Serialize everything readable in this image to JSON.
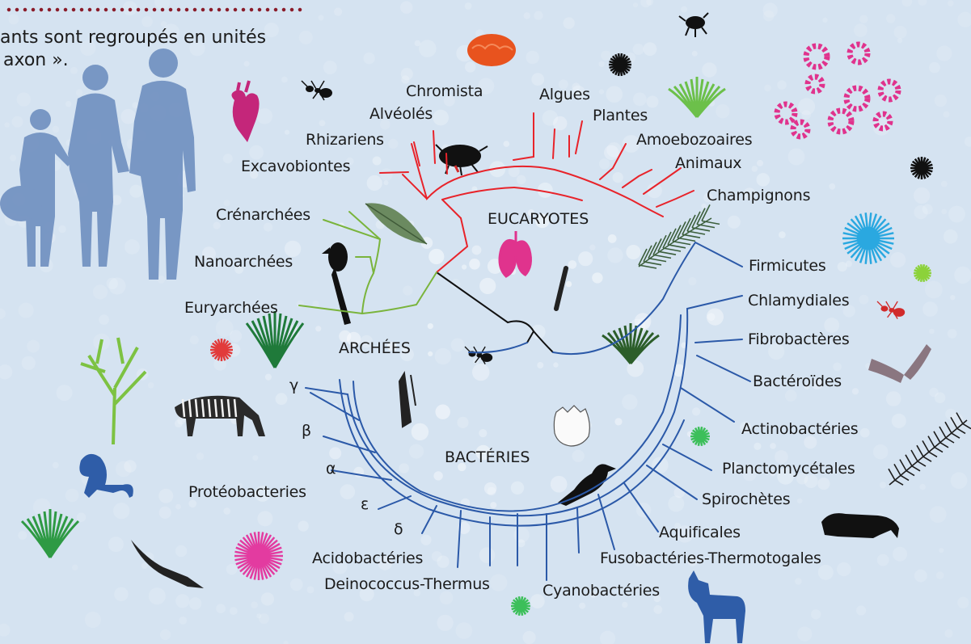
{
  "intro": {
    "line1": "ants sont regroupés en unités",
    "line2": "axon »."
  },
  "groups": {
    "eucaryotes": "EUCARYOTES",
    "archees": "ARCHÉES",
    "bacteries": "BACTÉRIES"
  },
  "eucaryotes_taxa": [
    "Chromista",
    "Alvéolés",
    "Rhizariens",
    "Excavobiontes",
    "Algues",
    "Plantes",
    "Amoebozoaires",
    "Animaux",
    "Champignons"
  ],
  "archees_taxa": [
    "Crénarchées",
    "Nanoarchées",
    "Euryarchées"
  ],
  "bacteries_taxa": [
    "Firmicutes",
    "Chlamydiales",
    "Fibrobactères",
    "Bactéroïdes",
    "Actinobactéries",
    "Planctomycétales",
    "Spirochètes",
    "Aquificales",
    "Fusobactéries-Thermotogales",
    "Cyanobactéries",
    "Deinococcus-Thermus",
    "Acidobactéries",
    "Protéobacteries"
  ],
  "proteo_subgroups": [
    "γ",
    "β",
    "α",
    "ε",
    "δ"
  ],
  "colors": {
    "background": "#d5e3f1",
    "eucaryotes_branch": "#e8232a",
    "archees_branch": "#7ab43c",
    "bacteries_branch": "#2b59a8",
    "root_branch": "#111111",
    "accent_dots": "#8a1c2a",
    "people_silhouette": "#6f8fc0"
  },
  "icons": [
    "family-silhouette-icon",
    "heart-icon",
    "brain-icon",
    "ant-icon",
    "beetle-icon",
    "weevil-icon",
    "sea-urchin-icon",
    "grass-icon",
    "pink-flowers-icon",
    "leaf-icon",
    "parrot-icon",
    "lungs-icon",
    "bone-icon",
    "pine-branch-icon",
    "tree-icon",
    "zebra-icon",
    "monkey-icon",
    "crocodile-icon",
    "bird-icon",
    "egg-icon",
    "dog-icon",
    "panther-icon",
    "fern-icon",
    "maple-seed-icon"
  ]
}
